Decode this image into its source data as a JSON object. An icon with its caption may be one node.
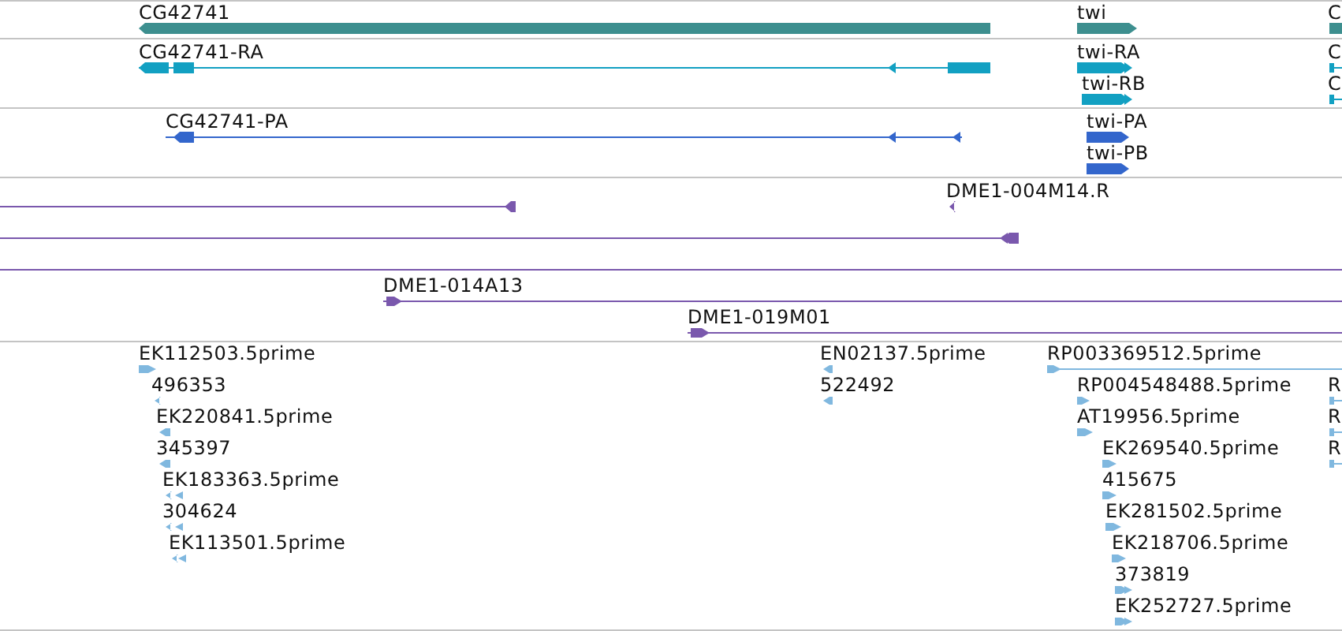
{
  "diagram": {
    "labels": [
      "CG42741",
      "twi",
      "C",
      "CG42741-RA",
      "twi-RA",
      "C",
      "twi-RB",
      "C",
      "CG42741-PA",
      "twi-PA",
      "twi-PB",
      "DME1-004M14.R",
      "DME1-014A13",
      "DME1-019M01",
      "EK112503.5prime",
      "EN02137.5prime",
      "RP003369512.5prime",
      "496353",
      "522492",
      "RP004548488.5prime",
      "R",
      "EK220841.5prime",
      "AT19956.5prime",
      "R",
      "345397",
      "EK269540.5prime",
      "R",
      "EK183363.5prime",
      "415675",
      "304624",
      "EK281502.5prime",
      "EK113501.5prime",
      "EK218706.5prime",
      "373819",
      "EK252727.5prime"
    ]
  }
}
